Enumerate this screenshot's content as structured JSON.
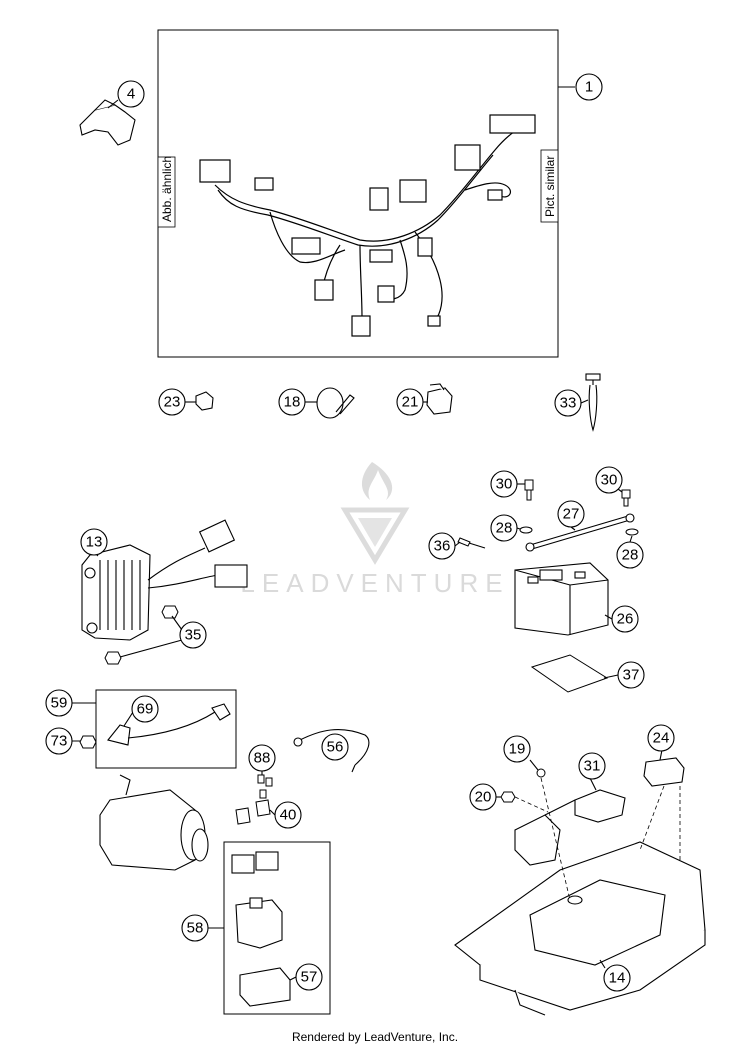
{
  "frame_labels": {
    "left": "Abb. ähnlich",
    "right": "Pict. similar"
  },
  "watermark": "LEADVENTURE",
  "callouts": [
    "1",
    "4",
    "23",
    "18",
    "21",
    "33",
    "30",
    "30",
    "27",
    "28",
    "28",
    "36",
    "13",
    "26",
    "35",
    "37",
    "59",
    "69",
    "73",
    "56",
    "88",
    "40",
    "19",
    "31",
    "24",
    "20",
    "58",
    "14",
    "57"
  ],
  "footer": "Rendered by LeadVenture, Inc.",
  "colors": {
    "line": "#000000",
    "watermark": "#dadada",
    "background": "#ffffff"
  }
}
